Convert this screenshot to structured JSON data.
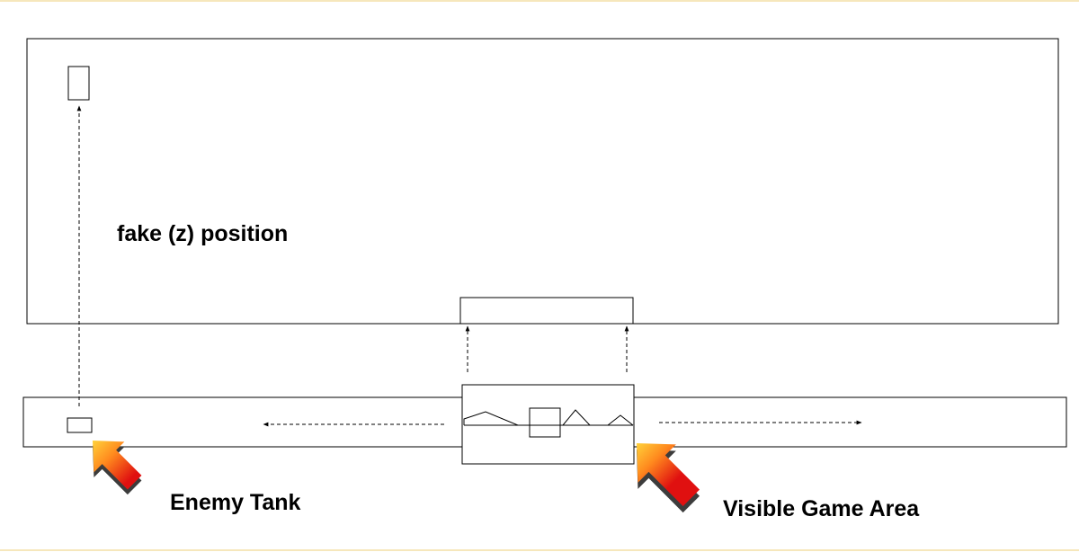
{
  "labels": {
    "fake_z_position": "fake (z) position",
    "enemy_tank": "Enemy Tank",
    "visible_game_area": "Visible Game Area"
  },
  "colors": {
    "frame_border": "#f3dfa6",
    "line": "#000000",
    "arrow_yellow": "#ffd23a",
    "arrow_orange": "#ff8a1e",
    "arrow_red": "#e01010",
    "arrow_shadow": "#3c3c3c"
  }
}
